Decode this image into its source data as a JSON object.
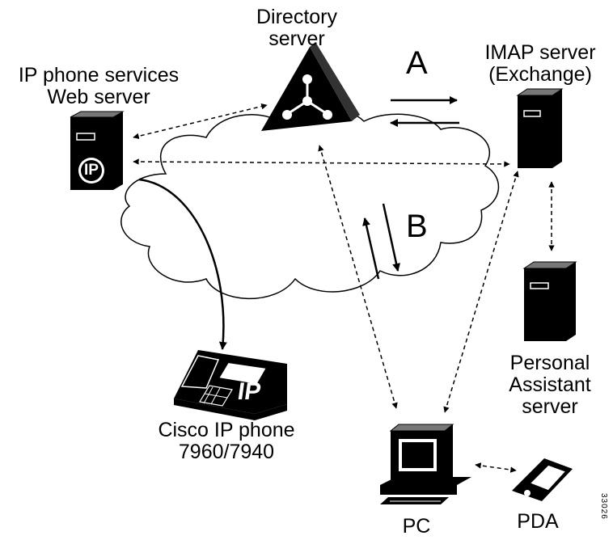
{
  "nodes": {
    "directory": {
      "line1": "Directory",
      "line2": "server",
      "icon": "directory-server-icon"
    },
    "imap": {
      "line1": "IMAP server",
      "line2": "(Exchange)",
      "icon": "server-tower-icon"
    },
    "web": {
      "line1": "IP phone services",
      "line2": "Web server",
      "badge": "IP",
      "icon": "server-tower-icon"
    },
    "assistant": {
      "line1": "Personal",
      "line2": "Assistant",
      "line3": "server",
      "icon": "server-tower-icon"
    },
    "phone": {
      "line1": "Cisco IP phone",
      "line2": "7960/7940",
      "badge": "IP",
      "icon": "ip-phone-icon"
    },
    "pc": {
      "label": "PC",
      "icon": "pc-icon"
    },
    "pda": {
      "label": "PDA",
      "icon": "pda-icon"
    }
  },
  "flows": {
    "a": "A",
    "b": "B"
  },
  "catalog_number": "33026",
  "colors": {
    "ink": "#000000",
    "background": "#ffffff"
  }
}
